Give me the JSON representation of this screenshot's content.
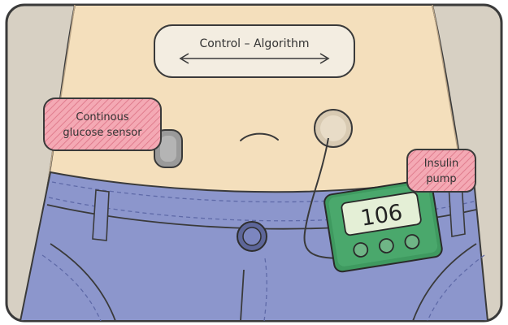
{
  "diagram": {
    "control_label": "Control – Algorithm",
    "sensor_label_line1": "Continous",
    "sensor_label_line2": "glucose sensor",
    "pump_label_line1": "Insulin",
    "pump_label_line2": "pump",
    "pump_display_value": "106"
  },
  "colors": {
    "frame_bg": "#d7d0c3",
    "skin": "#f4dfbc",
    "jeans": "#8c96cc",
    "jeans_stitch": "#5f6aa8",
    "label_pink": "#f4a9b4",
    "pump_green": "#4aa86c",
    "screen_green": "#e4efd6",
    "sensor_gray": "#9a9a9a",
    "infusion_site": "#d8cab2",
    "outline": "#3a3a3a"
  },
  "icons": [
    "glucose-sensor-icon",
    "insulin-pump-icon",
    "infusion-site-icon",
    "double-arrow-icon",
    "jeans-button-icon"
  ]
}
